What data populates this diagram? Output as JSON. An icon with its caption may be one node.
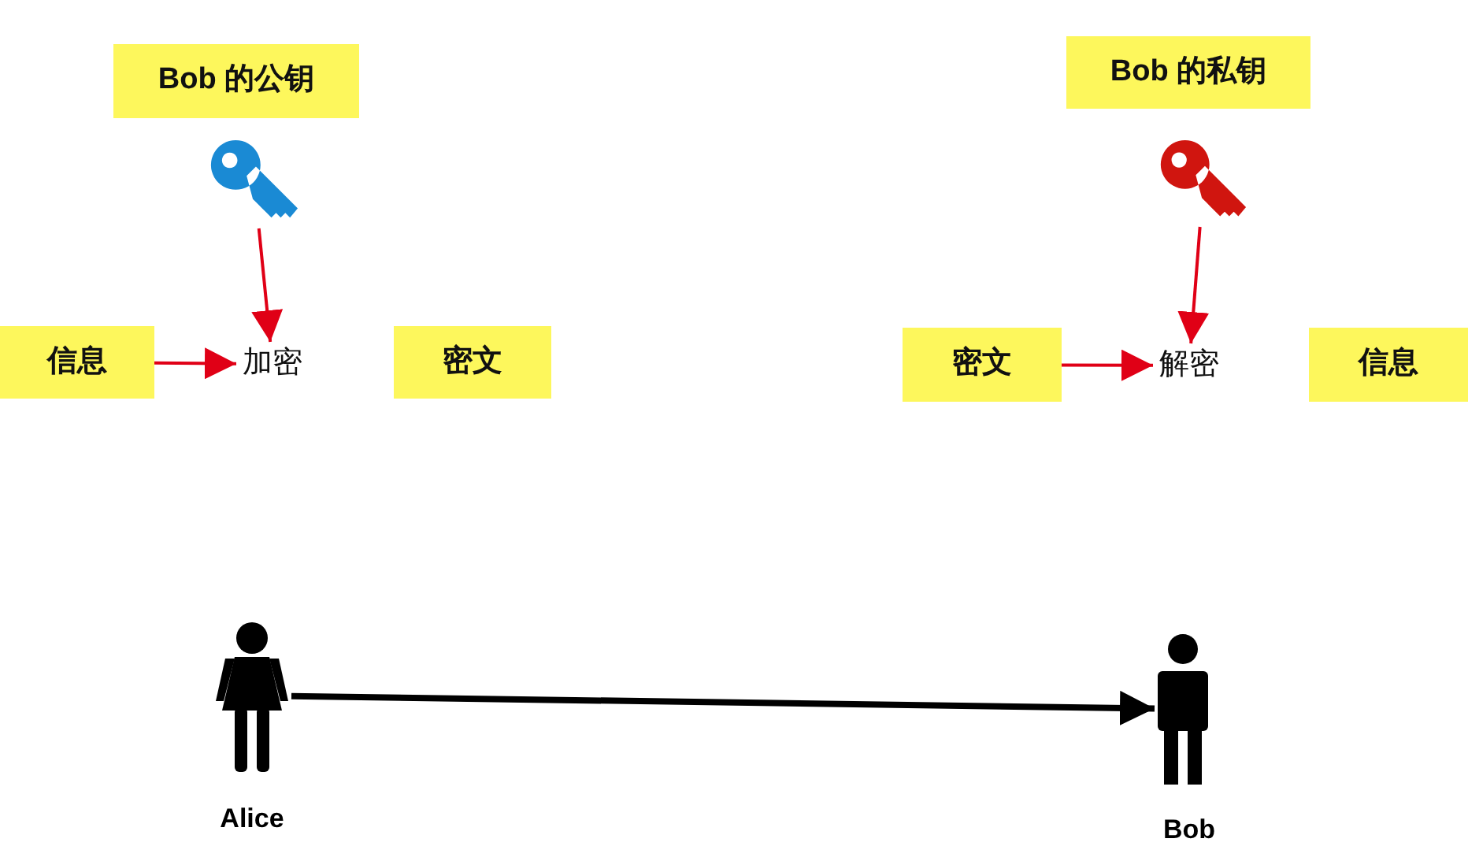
{
  "diagram": {
    "nodes": [
      {
        "text": [
          "Bob 的公钥"
        ]
      },
      {
        "text": [],
        "shape": "key"
      },
      {
        "text": [
          "信息"
        ]
      },
      {
        "text": [
          "加密"
        ]
      },
      {
        "text": [
          "密文"
        ]
      },
      {
        "text": [
          "Bob 的私钥"
        ]
      },
      {
        "text": [],
        "shape": "key"
      },
      {
        "text": [
          "密文"
        ]
      },
      {
        "text": [
          "解密"
        ]
      },
      {
        "text": [
          "信息"
        ]
      },
      {
        "text": [],
        "shape": "person",
        "beside": [
          "Alice"
        ]
      },
      {
        "text": [],
        "shape": "person",
        "beside": [
          "Bob"
        ]
      }
    ],
    "edges": [
      {
        "from": 1,
        "to": 3,
        "arrow": "to"
      },
      {
        "from": 2,
        "to": 3,
        "arrow": "to"
      },
      {
        "from": 6,
        "to": 8,
        "arrow": "to"
      },
      {
        "from": 7,
        "to": 8,
        "arrow": "to"
      },
      {
        "from": 10,
        "to": 11,
        "arrow": "to",
        "style": "thick",
        "color": "#000000"
      }
    ]
  }
}
